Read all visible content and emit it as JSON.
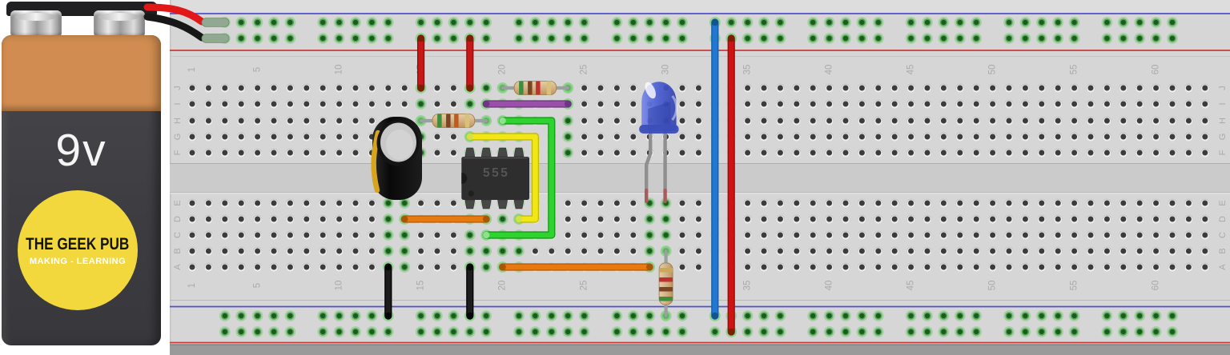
{
  "battery": {
    "voltage": "9v",
    "brand": "THE GEEK PUB",
    "tagline": "MAKING - LEARNING",
    "body_color": "#3e3e42",
    "band_color": "#d18d51",
    "logo_bg": "#f2d83d",
    "wires": [
      {
        "id": "battery-positive-wire",
        "color": "#e21717"
      },
      {
        "id": "battery-negative-wire",
        "color": "#171717"
      }
    ]
  },
  "breadboard": {
    "column_count": 63,
    "column_numbers": [
      "1",
      "5",
      "10",
      "15",
      "20",
      "25",
      "30",
      "35",
      "40",
      "45",
      "50",
      "55",
      "60"
    ],
    "row_letters_top": [
      "J",
      "I",
      "H",
      "G",
      "F"
    ],
    "row_letters_bottom": [
      "E",
      "D",
      "C",
      "B",
      "A"
    ],
    "rail_group_start_cols": [
      3,
      9,
      15,
      21,
      27,
      33,
      39,
      45,
      51,
      57
    ],
    "connected_columns_top": [
      15,
      18,
      19,
      20,
      21,
      24
    ],
    "connected_columns_bottom": [
      13,
      14,
      18,
      19,
      20,
      21,
      29,
      30
    ],
    "colors": {
      "board": "#d6d6d6",
      "channel": "#cbcbcb",
      "rail_blue_line": "#5050cc",
      "rail_red_line": "#c83c3c",
      "hole_dark": "#3c3c3c",
      "hole_green_center": "#1c5a20",
      "hole_green_ring": "#58a658",
      "label_gray": "#aaaaaa"
    }
  },
  "components": {
    "ic555": {
      "label": "555",
      "pin_columns": [
        18,
        19,
        20,
        21
      ],
      "top_row": "F",
      "bottom_row": "E"
    },
    "capacitor": {
      "kind": "electrolytic",
      "lead_columns": [
        13,
        14
      ],
      "lead_row": "E",
      "stripe_color": "#d6a51d"
    },
    "led": {
      "color_name": "blue",
      "body_color": "#4a5fd2",
      "lead_columns": [
        29,
        30
      ],
      "lead_row": "E"
    },
    "resistors": [
      {
        "id": "resistor-top",
        "row": "J",
        "cols": [
          20,
          24
        ],
        "bands": [
          "#3d8e3d",
          "#7b4426",
          "#c03030",
          "#d8c27a"
        ]
      },
      {
        "id": "resistor-mid",
        "row": "H",
        "cols": [
          15,
          19
        ],
        "bands": [
          "#3d8e3d",
          "#7b4426",
          "#bf5b20",
          "#d8c27a"
        ]
      },
      {
        "id": "resistor-vertical",
        "col": 30,
        "fromRow": "B",
        "to": "B1",
        "bands": [
          "#caa85a",
          "#c03030",
          "#7b4426",
          "#3d8e3d"
        ]
      }
    ],
    "wires": [
      {
        "id": "red-jumper-1",
        "kind": "v",
        "col": 15,
        "from": "T2",
        "to": "J",
        "color": "#c81717",
        "edge": "#8e0f0f",
        "cap": "#7c1d05"
      },
      {
        "id": "red-jumper-2",
        "kind": "v",
        "col": 18,
        "from": "T2",
        "to": "J",
        "color": "#c81717",
        "edge": "#8e0f0f",
        "cap": "#7c1d05"
      },
      {
        "id": "purple-wire",
        "kind": "h",
        "row": "I",
        "cols": [
          19,
          24
        ],
        "color": "#9a4fa8",
        "edge": "#703a7e",
        "cap": "#6f3585"
      },
      {
        "id": "green-wire",
        "kind": "path",
        "points": [
          [
            20,
            "H"
          ],
          [
            23,
            "H"
          ],
          [
            23,
            "C"
          ],
          [
            19,
            "C"
          ]
        ],
        "color": "#2fd32f",
        "edge": "#179a17",
        "cap": "#8fe08f"
      },
      {
        "id": "yellow-wire",
        "kind": "path",
        "points": [
          [
            18,
            "G"
          ],
          [
            22,
            "G"
          ],
          [
            22,
            "D"
          ],
          [
            21,
            "D"
          ]
        ],
        "color": "#f2e716",
        "edge": "#c4bb00",
        "cap": "#cfe24a"
      },
      {
        "id": "orange-wire-1",
        "kind": "h",
        "row": "D",
        "cols": [
          14,
          19
        ],
        "color": "#e8790f",
        "edge": "#b65c08",
        "cap": "#aa5606"
      },
      {
        "id": "orange-wire-2",
        "kind": "h",
        "row": "A",
        "cols": [
          20,
          29
        ],
        "color": "#e8790f",
        "edge": "#b65c08",
        "cap": "#aa5606"
      },
      {
        "id": "black-jumper-1",
        "kind": "v",
        "col": 13,
        "from": "A",
        "to": "B1",
        "color": "#1c1c1c",
        "edge": "#000000",
        "cap": "#060606"
      },
      {
        "id": "black-jumper-2",
        "kind": "v",
        "col": 18,
        "from": "A",
        "to": "B1",
        "color": "#1c1c1c",
        "edge": "#000000",
        "cap": "#060606"
      },
      {
        "id": "blue-rail-wire",
        "kind": "v",
        "col": 33,
        "from": "T1",
        "to": "B1",
        "color": "#1f78d1",
        "edge": "#155a9e",
        "cap": "#14538f"
      },
      {
        "id": "red-rail-wire",
        "kind": "v",
        "col": 34,
        "from": "T2",
        "to": "B2",
        "color": "#cf1212",
        "edge": "#8e0f0f",
        "cap": "#7c1d05"
      }
    ]
  }
}
